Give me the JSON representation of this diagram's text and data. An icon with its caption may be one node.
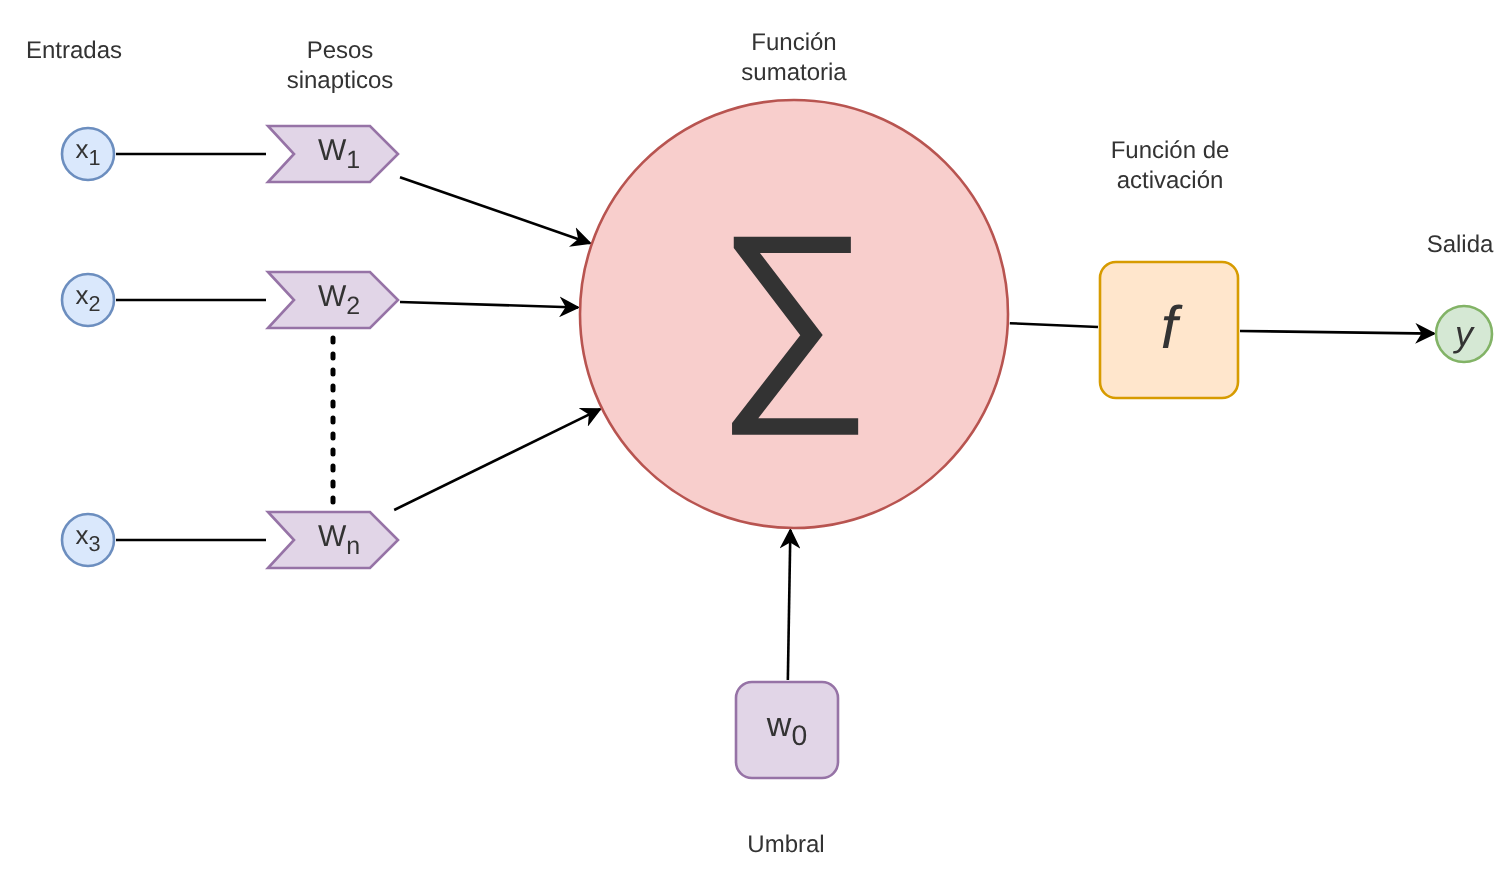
{
  "diagram": {
    "nodes": [
      {
        "text": [
          "x$_{1}$"
        ]
      },
      {
        "text": [
          "x$_{2}$"
        ]
      },
      {
        "text": [
          "x$_{3}$"
        ]
      },
      {
        "text": [
          "W$_{1}$"
        ]
      },
      {
        "text": [
          "W$_{2}$"
        ]
      },
      {
        "text": [
          "W$_{n}$"
        ]
      },
      {
        "text": [
          "∑"
        ],
        "beside": [
          "Función sumatoria"
        ]
      },
      {
        "text": [
          "f"
        ],
        "beside": [
          "Función de activación"
        ]
      },
      {
        "text": [
          "y"
        ],
        "beside": [
          "Salida"
        ]
      },
      {
        "text": [
          "w$_{0}$"
        ],
        "beside": [
          "Umbral"
        ]
      }
    ],
    "edges": [
      {
        "from": 0,
        "to": 3,
        "arrow": "none"
      },
      {
        "from": 1,
        "to": 4,
        "arrow": "none"
      },
      {
        "from": 2,
        "to": 5,
        "arrow": "none"
      },
      {
        "from": 3,
        "to": 6,
        "arrow": "to"
      },
      {
        "from": 4,
        "to": 6,
        "arrow": "to"
      },
      {
        "from": 5,
        "to": 6,
        "arrow": "to"
      },
      {
        "from": 4,
        "to": 5,
        "arrow": "none",
        "style": "dashed"
      },
      {
        "from": 9,
        "to": 6,
        "arrow": "to"
      },
      {
        "from": 6,
        "to": 7,
        "arrow": "none"
      },
      {
        "from": 7,
        "to": 8,
        "arrow": "to"
      }
    ],
    "labels": [
      "Entradas",
      "Pesos sinapticos"
    ]
  }
}
